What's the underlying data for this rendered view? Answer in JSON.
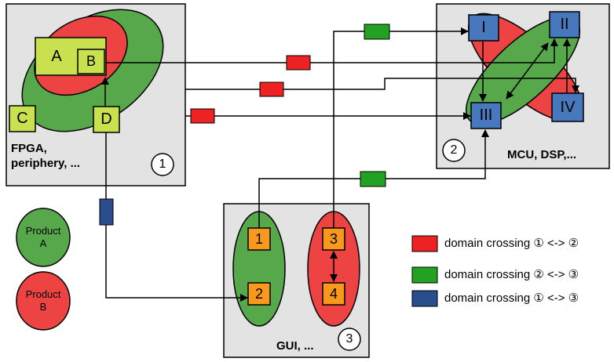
{
  "colors": {
    "background": "#ffffff",
    "domain_box": "#e3e3e3",
    "product_green": "#57a84a",
    "product_red": "#ee4343",
    "component_yellow_green": "#c9e14f",
    "component_blue": "#4778bd",
    "component_orange": "#f8991d",
    "crossing_red": "#ee2222",
    "crossing_green": "#22a122",
    "crossing_blue": "#2a4d8e"
  },
  "domain1": {
    "label": "FPGA,\nperiphery, ...",
    "number": "1",
    "components": {
      "a": "A",
      "b": "B",
      "c": "C",
      "d": "D"
    }
  },
  "domain2": {
    "label": "MCU, DSP,...",
    "number": "2",
    "components": {
      "i": "I",
      "ii": "II",
      "iii": "III",
      "iv": "IV"
    }
  },
  "domain3": {
    "label": "GUI, ...",
    "number": "3",
    "components": {
      "c1": "1",
      "c2": "2",
      "c3": "3",
      "c4": "4"
    }
  },
  "products": {
    "a": "Product\nA",
    "b": "Product\nB"
  },
  "legend": {
    "items": [
      {
        "name": "red",
        "label": "domain crossing ① <-> ②"
      },
      {
        "name": "green",
        "label": "domain crossing ② <-> ③"
      },
      {
        "name": "blue",
        "label": "domain crossing ① <-> ③"
      }
    ]
  }
}
